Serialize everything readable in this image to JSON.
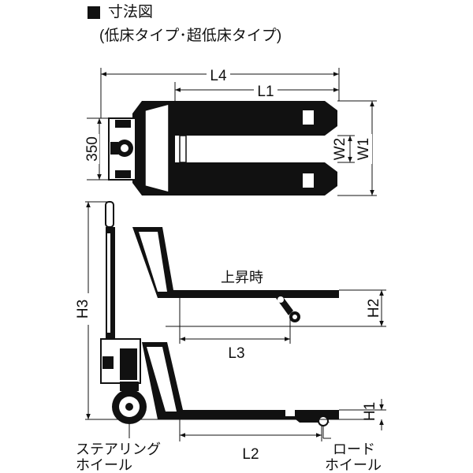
{
  "header": {
    "title": "寸法図",
    "subtitle": "(低床タイプ･超低床タイプ)"
  },
  "dimensions": {
    "L4": "L4",
    "L1": "L1",
    "W1": "W1",
    "W2": "W2",
    "width_350": "350",
    "H3": "H3",
    "H2": "H2",
    "H1": "H1",
    "L3": "L3",
    "L2": "L2"
  },
  "labels": {
    "raised": "上昇時",
    "steering_wheel": [
      "ステアリング",
      "ホイール"
    ],
    "load_wheel": [
      "ロード",
      "ホイール"
    ]
  }
}
